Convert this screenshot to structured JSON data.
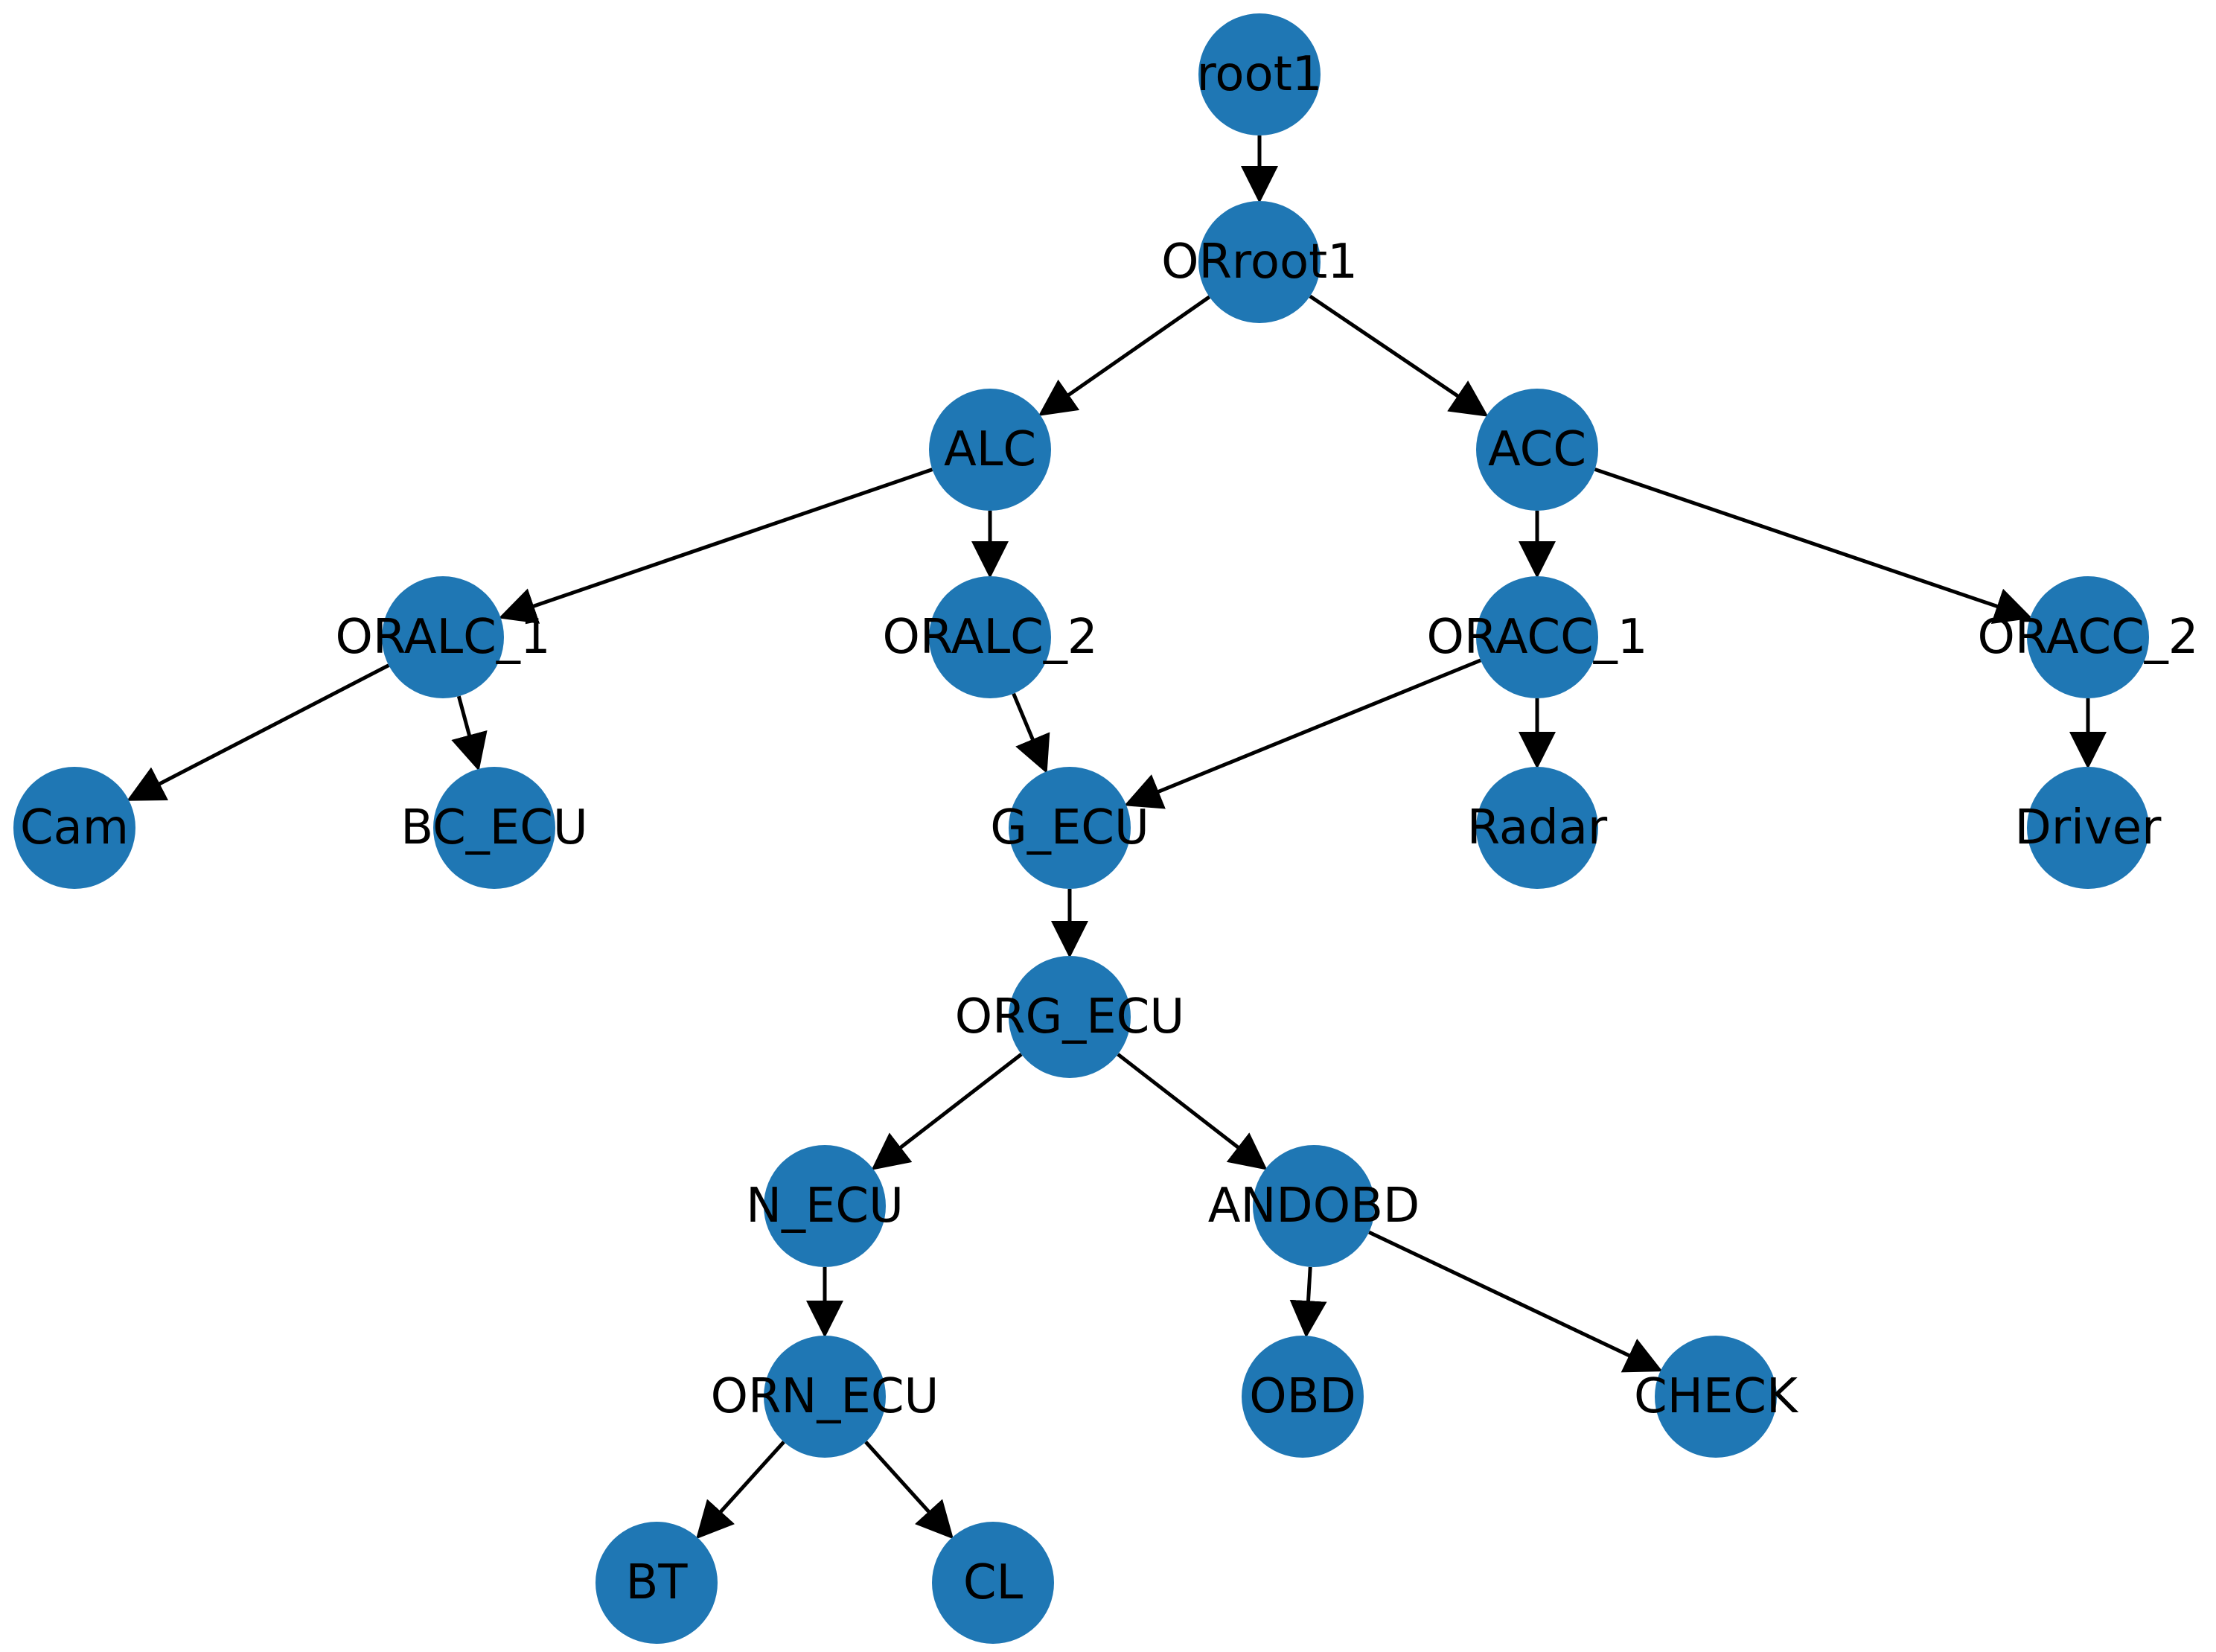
{
  "diagram": {
    "node_color": "#1f77b4",
    "edge_color": "#000000",
    "label_color": "#000000",
    "nodes": [
      {
        "id": "root1",
        "label": "root1"
      },
      {
        "id": "ORroot1",
        "label": "ORroot1"
      },
      {
        "id": "ALC",
        "label": "ALC"
      },
      {
        "id": "ACC",
        "label": "ACC"
      },
      {
        "id": "ORALC_1",
        "label": "ORALC_1"
      },
      {
        "id": "ORALC_2",
        "label": "ORALC_2"
      },
      {
        "id": "ORACC_1",
        "label": "ORACC_1"
      },
      {
        "id": "ORACC_2",
        "label": "ORACC_2"
      },
      {
        "id": "Cam",
        "label": "Cam"
      },
      {
        "id": "BC_ECU",
        "label": "BC_ECU"
      },
      {
        "id": "G_ECU",
        "label": "G_ECU"
      },
      {
        "id": "Radar",
        "label": "Radar"
      },
      {
        "id": "Driver",
        "label": "Driver"
      },
      {
        "id": "ORG_ECU",
        "label": "ORG_ECU"
      },
      {
        "id": "N_ECU",
        "label": "N_ECU"
      },
      {
        "id": "ANDOBD",
        "label": "ANDOBD"
      },
      {
        "id": "ORN_ECU",
        "label": "ORN_ECU"
      },
      {
        "id": "OBD",
        "label": "OBD"
      },
      {
        "id": "CHECK",
        "label": "CHECK"
      },
      {
        "id": "BT",
        "label": "BT"
      },
      {
        "id": "CL",
        "label": "CL"
      }
    ],
    "edges": [
      {
        "from": "root1",
        "to": "ORroot1"
      },
      {
        "from": "ORroot1",
        "to": "ALC"
      },
      {
        "from": "ORroot1",
        "to": "ACC"
      },
      {
        "from": "ALC",
        "to": "ORALC_1"
      },
      {
        "from": "ALC",
        "to": "ORALC_2"
      },
      {
        "from": "ACC",
        "to": "ORACC_1"
      },
      {
        "from": "ACC",
        "to": "ORACC_2"
      },
      {
        "from": "ORALC_1",
        "to": "Cam"
      },
      {
        "from": "ORALC_1",
        "to": "BC_ECU"
      },
      {
        "from": "ORALC_2",
        "to": "G_ECU"
      },
      {
        "from": "ORACC_1",
        "to": "G_ECU"
      },
      {
        "from": "ORACC_1",
        "to": "Radar"
      },
      {
        "from": "ORACC_2",
        "to": "Driver"
      },
      {
        "from": "G_ECU",
        "to": "ORG_ECU"
      },
      {
        "from": "ORG_ECU",
        "to": "N_ECU"
      },
      {
        "from": "ORG_ECU",
        "to": "ANDOBD"
      },
      {
        "from": "N_ECU",
        "to": "ORN_ECU"
      },
      {
        "from": "ANDOBD",
        "to": "OBD"
      },
      {
        "from": "ANDOBD",
        "to": "CHECK"
      },
      {
        "from": "ORN_ECU",
        "to": "BT"
      },
      {
        "from": "ORN_ECU",
        "to": "CL"
      }
    ]
  }
}
